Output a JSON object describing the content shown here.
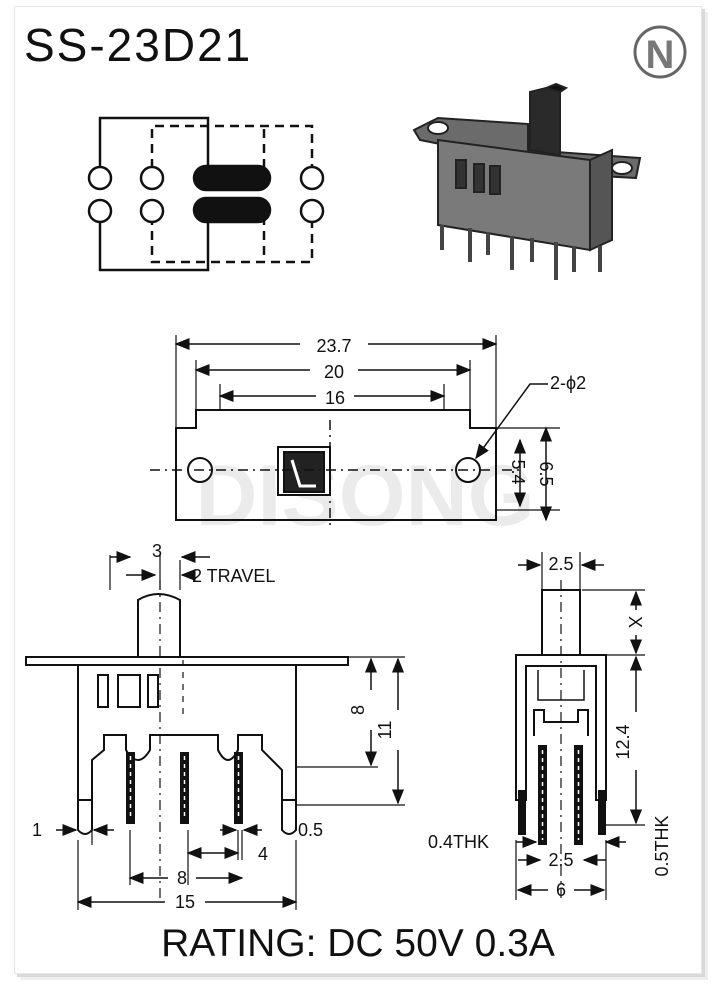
{
  "title": "SS-23D21",
  "rating": "RATING: DC 50V 0.3A",
  "logo_letter": "N",
  "watermark": "DISONG",
  "dims": {
    "top_overall": "23.7",
    "top_mid": "20",
    "top_inner": "16",
    "holes": "2-ϕ2",
    "height_a": "5.4",
    "height_b": "6.5",
    "actuator": "3",
    "travel": "2 TRAVEL",
    "body_h": "8",
    "total_h": "11",
    "pin_w": "1",
    "pin_t": "0.5",
    "pitch_a": "4",
    "pitch_b": "8",
    "base_w": "15",
    "side_top": "2.5",
    "side_x": "X",
    "side_h": "12.4",
    "thk_a": "0.4THK",
    "thk_b": "0.5THK",
    "side_pitch": "2.5",
    "side_w": "6"
  }
}
